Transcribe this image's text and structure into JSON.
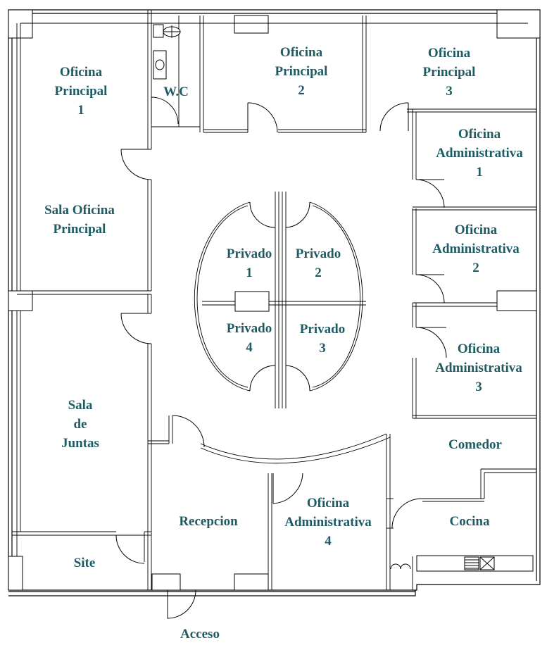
{
  "colors": {
    "label": "#1f5b63",
    "line": "#000000",
    "background": "#ffffff"
  },
  "rooms": {
    "op1": {
      "l1": "Oficina",
      "l2": "Principal",
      "l3": "1"
    },
    "wc": {
      "l1": "W.C"
    },
    "op2": {
      "l1": "Oficina",
      "l2": "Principal",
      "l3": "2"
    },
    "op3": {
      "l1": "Oficina",
      "l2": "Principal",
      "l3": "3"
    },
    "oa1": {
      "l1": "Oficina",
      "l2": "Administrativa",
      "l3": "1"
    },
    "sala_op": {
      "l1": "Sala Oficina",
      "l2": "Principal"
    },
    "oa2": {
      "l1": "Oficina",
      "l2": "Administrativa",
      "l3": "2"
    },
    "priv1": {
      "l1": "Privado",
      "l2": "1"
    },
    "priv2": {
      "l1": "Privado",
      "l2": "2"
    },
    "priv4": {
      "l1": "Privado",
      "l2": "4"
    },
    "priv3": {
      "l1": "Privado",
      "l2": "3"
    },
    "oa3": {
      "l1": "Oficina",
      "l2": "Administrativa",
      "l3": "3"
    },
    "juntas": {
      "l1": "Sala",
      "l2": "de",
      "l3": "Juntas"
    },
    "comedor": {
      "l1": "Comedor"
    },
    "recepcion": {
      "l1": "Recepcion"
    },
    "oa4": {
      "l1": "Oficina",
      "l2": "Administrativa",
      "l3": "4"
    },
    "cocina": {
      "l1": "Cocina"
    },
    "site": {
      "l1": "Site"
    },
    "acceso": {
      "l1": "Acceso"
    }
  }
}
